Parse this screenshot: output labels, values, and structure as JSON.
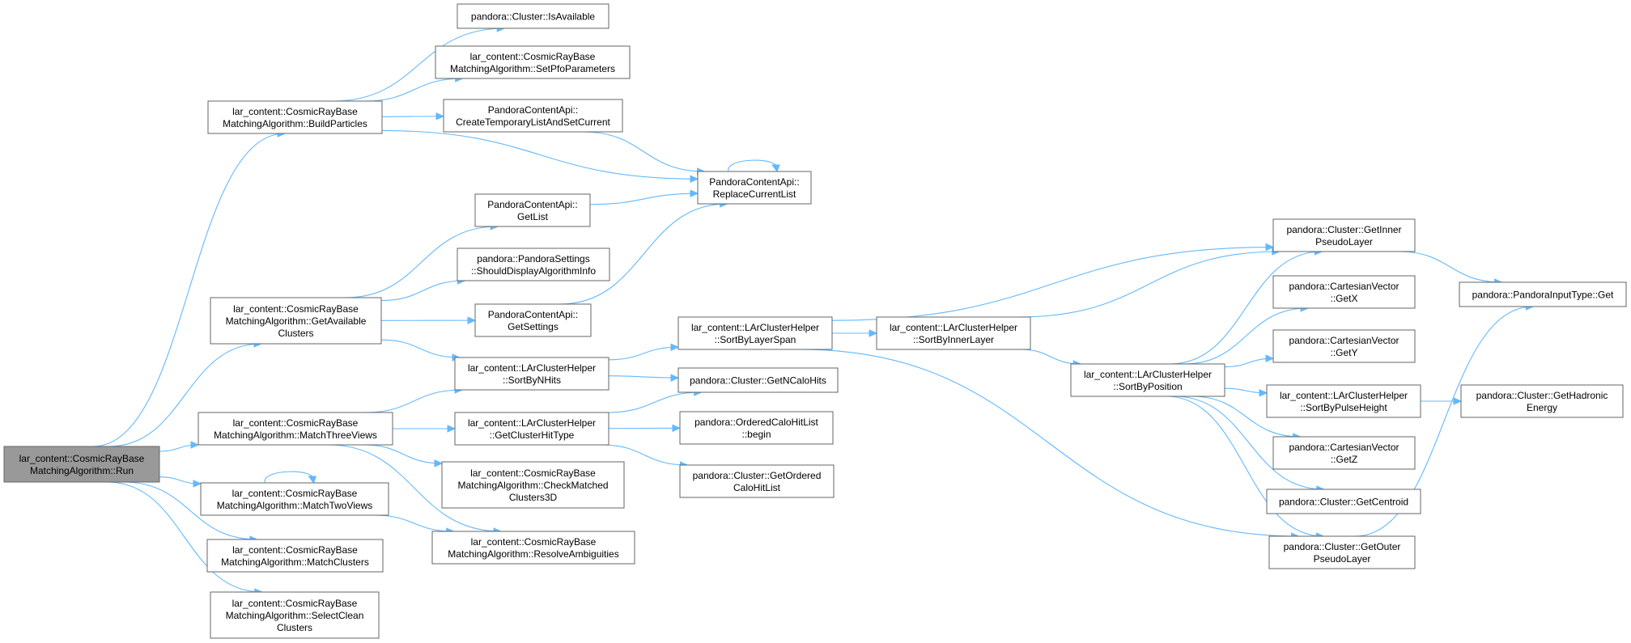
{
  "graph": {
    "colors": {
      "edge": "#63b8ff",
      "node_border": "#666666",
      "root_fill": "#999999",
      "node_fill": "#ffffff"
    },
    "nodes": {
      "run": {
        "lines": [
          "lar_content::CosmicRayBase",
          "MatchingAlgorithm::Run"
        ],
        "root": true
      },
      "buildParticles": {
        "lines": [
          "lar_content::CosmicRayBase",
          "MatchingAlgorithm::BuildParticles"
        ]
      },
      "getAvailable": {
        "lines": [
          "lar_content::CosmicRayBase",
          "MatchingAlgorithm::GetAvailable",
          "Clusters"
        ]
      },
      "matchThree": {
        "lines": [
          "lar_content::CosmicRayBase",
          "MatchingAlgorithm::MatchThreeViews"
        ]
      },
      "matchTwo": {
        "lines": [
          "lar_content::CosmicRayBase",
          "MatchingAlgorithm::MatchTwoViews"
        ]
      },
      "matchClusters": {
        "lines": [
          "lar_content::CosmicRayBase",
          "MatchingAlgorithm::MatchClusters"
        ]
      },
      "selectClean": {
        "lines": [
          "lar_content::CosmicRayBase",
          "MatchingAlgorithm::SelectClean",
          "Clusters"
        ]
      },
      "isAvailable": {
        "lines": [
          "pandora::Cluster::IsAvailable"
        ]
      },
      "setPfo": {
        "lines": [
          "lar_content::CosmicRayBase",
          "MatchingAlgorithm::SetPfoParameters"
        ]
      },
      "createTemp": {
        "lines": [
          "PandoraContentApi::",
          "CreateTemporaryListAndSetCurrent"
        ]
      },
      "replaceList": {
        "lines": [
          "PandoraContentApi::",
          "ReplaceCurrentList"
        ]
      },
      "getList": {
        "lines": [
          "PandoraContentApi::",
          "GetList"
        ]
      },
      "shouldDisplay": {
        "lines": [
          "pandora::PandoraSettings",
          "::ShouldDisplayAlgorithmInfo"
        ]
      },
      "getSettings": {
        "lines": [
          "PandoraContentApi::",
          "GetSettings"
        ]
      },
      "sortByNHits": {
        "lines": [
          "lar_content::LArClusterHelper",
          "::SortByNHits"
        ]
      },
      "getClusterHitType": {
        "lines": [
          "lar_content::LArClusterHelper",
          "::GetClusterHitType"
        ]
      },
      "checkMatched": {
        "lines": [
          "lar_content::CosmicRayBase",
          "MatchingAlgorithm::CheckMatched",
          "Clusters3D"
        ]
      },
      "resolveAmb": {
        "lines": [
          "lar_content::CosmicRayBase",
          "MatchingAlgorithm::ResolveAmbiguities"
        ]
      },
      "sortByLayerSpan": {
        "lines": [
          "lar_content::LArClusterHelper",
          "::SortByLayerSpan"
        ]
      },
      "getNCaloHits": {
        "lines": [
          "pandora::Cluster::GetNCaloHits"
        ]
      },
      "begin": {
        "lines": [
          "pandora::OrderedCaloHitList",
          "::begin"
        ]
      },
      "getOrdered": {
        "lines": [
          "pandora::Cluster::GetOrdered",
          "CaloHitList"
        ]
      },
      "sortByInnerLayer": {
        "lines": [
          "lar_content::LArClusterHelper",
          "::SortByInnerLayer"
        ]
      },
      "sortByPosition": {
        "lines": [
          "lar_content::LArClusterHelper",
          "::SortByPosition"
        ]
      },
      "getInner": {
        "lines": [
          "pandora::Cluster::GetInner",
          "PseudoLayer"
        ]
      },
      "getX": {
        "lines": [
          "pandora::CartesianVector",
          "::GetX"
        ]
      },
      "getY": {
        "lines": [
          "pandora::CartesianVector",
          "::GetY"
        ]
      },
      "sortByPulse": {
        "lines": [
          "lar_content::LArClusterHelper",
          "::SortByPulseHeight"
        ]
      },
      "getZ": {
        "lines": [
          "pandora::CartesianVector",
          "::GetZ"
        ]
      },
      "getCentroid": {
        "lines": [
          "pandora::Cluster::GetCentroid"
        ]
      },
      "getOuter": {
        "lines": [
          "pandora::Cluster::GetOuter",
          "PseudoLayer"
        ]
      },
      "inputTypeGet": {
        "lines": [
          "pandora::PandoraInputType::Get"
        ]
      },
      "getHadronic": {
        "lines": [
          "pandora::Cluster::GetHadronic",
          "Energy"
        ]
      }
    },
    "edges": [
      [
        "run",
        "buildParticles"
      ],
      [
        "run",
        "getAvailable"
      ],
      [
        "run",
        "matchThree"
      ],
      [
        "run",
        "matchTwo"
      ],
      [
        "run",
        "matchClusters"
      ],
      [
        "run",
        "selectClean"
      ],
      [
        "buildParticles",
        "isAvailable"
      ],
      [
        "buildParticles",
        "setPfo"
      ],
      [
        "buildParticles",
        "createTemp"
      ],
      [
        "buildParticles",
        "replaceList"
      ],
      [
        "createTemp",
        "replaceList"
      ],
      [
        "replaceList",
        "replaceList"
      ],
      [
        "getAvailable",
        "getList"
      ],
      [
        "getAvailable",
        "shouldDisplay"
      ],
      [
        "getAvailable",
        "getSettings"
      ],
      [
        "getAvailable",
        "sortByNHits"
      ],
      [
        "getList",
        "replaceList"
      ],
      [
        "getSettings",
        "replaceList"
      ],
      [
        "matchThree",
        "sortByNHits"
      ],
      [
        "matchThree",
        "getClusterHitType"
      ],
      [
        "matchThree",
        "checkMatched"
      ],
      [
        "matchThree",
        "resolveAmb"
      ],
      [
        "matchTwo",
        "matchTwo"
      ],
      [
        "matchTwo",
        "resolveAmb"
      ],
      [
        "sortByNHits",
        "sortByLayerSpan"
      ],
      [
        "sortByNHits",
        "getNCaloHits"
      ],
      [
        "getClusterHitType",
        "getNCaloHits"
      ],
      [
        "getClusterHitType",
        "begin"
      ],
      [
        "getClusterHitType",
        "getOrdered"
      ],
      [
        "sortByLayerSpan",
        "sortByInnerLayer"
      ],
      [
        "sortByLayerSpan",
        "getInner"
      ],
      [
        "sortByLayerSpan",
        "getOuter"
      ],
      [
        "sortByInnerLayer",
        "getInner"
      ],
      [
        "sortByInnerLayer",
        "sortByPosition"
      ],
      [
        "sortByPosition",
        "getInner"
      ],
      [
        "sortByPosition",
        "getX"
      ],
      [
        "sortByPosition",
        "getY"
      ],
      [
        "sortByPosition",
        "sortByPulse"
      ],
      [
        "sortByPosition",
        "getZ"
      ],
      [
        "sortByPosition",
        "getCentroid"
      ],
      [
        "sortByPosition",
        "getOuter"
      ],
      [
        "getInner",
        "inputTypeGet"
      ],
      [
        "getOuter",
        "inputTypeGet"
      ],
      [
        "sortByPulse",
        "getHadronic"
      ]
    ]
  }
}
